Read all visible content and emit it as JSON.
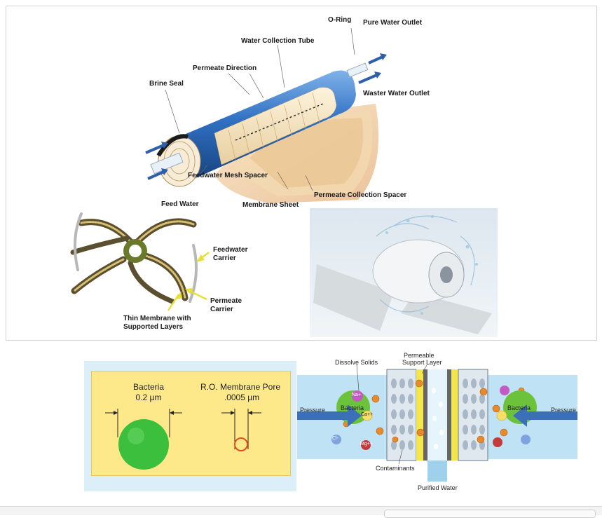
{
  "membrane": {
    "o_ring": "O-Ring",
    "pure_water_outlet": "Pure Water Outlet",
    "water_collection_tube": "Water Collection Tube",
    "permeate_direction": "Permeate Direction",
    "brine_seal": "Brine Seal",
    "waster_water_outlet": "Waster Water Outlet",
    "feedwater_mesh_spacer": "Feedwater Mesh Spacer",
    "permeate_collection_spacer": "Permeate Collection Spacer",
    "feed_water": "Feed Water",
    "membrane_sheet": "Membrane Sheet"
  },
  "spiral": {
    "feedwater_carrier_1": "Feedwater",
    "feedwater_carrier_2": "Carrier",
    "permeate_carrier_1": "Permeate",
    "permeate_carrier_2": "Carrier",
    "thin_membrane_1": "Thin Membrane with",
    "thin_membrane_2": "Supported Layers"
  },
  "pore": {
    "bacteria": "Bacteria",
    "bacteria_size": "0.2 µm",
    "ro_pore": "R.O. Membrane Pore",
    "ro_size": ".0005 µm"
  },
  "filtration": {
    "dissolve_solids": "Dissolve Solids",
    "permeable_1": "Permeable",
    "permeable_2": "Support Layer",
    "pressure_left": "Pressure",
    "pressure_right": "Pressure",
    "bacteria_left": "Bacteria",
    "bacteria_right": "Bacteria",
    "contaminants": "Contaminants",
    "purified_water": "Purified Water",
    "ion_na": "Na+",
    "ion_ca": "Ca++",
    "ion_cl": "Cl-",
    "ion_mg": "Mg++"
  },
  "colors": {
    "tube_blue": "#2f6fc1",
    "pore_bg": "#fde98a",
    "bacteria_green": "#3cbf3c",
    "pore_ring": "#e0501e",
    "water_blue": "#bfe3f5",
    "arrow_blue": "#3b6fb8"
  }
}
